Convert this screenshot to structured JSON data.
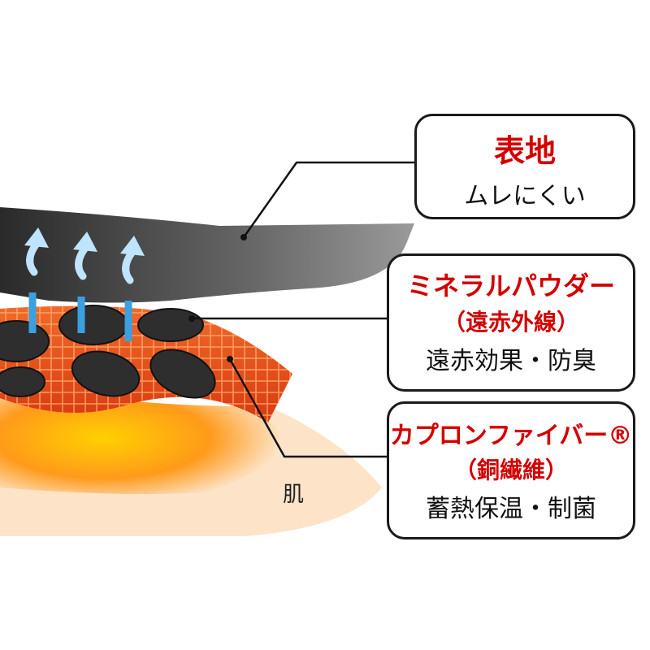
{
  "layers": [
    {
      "title": "表地",
      "effect": "ムレにくい"
    },
    {
      "title": "ミネラルパウダー",
      "subtitle": "（遠赤外線）",
      "effect": "遠赤効果・防臭"
    },
    {
      "title": "カプロンファイバー®",
      "subtitle": "（銅繊維）",
      "effect": "蓄熱保温・制菌"
    }
  ],
  "skin_label": "肌",
  "colors": {
    "accent_red": "#d40000",
    "mesh": "#e8521c",
    "fabric": "#4a4a4a",
    "arrow": "#3aa0e0",
    "skin": "#fde3c8"
  }
}
